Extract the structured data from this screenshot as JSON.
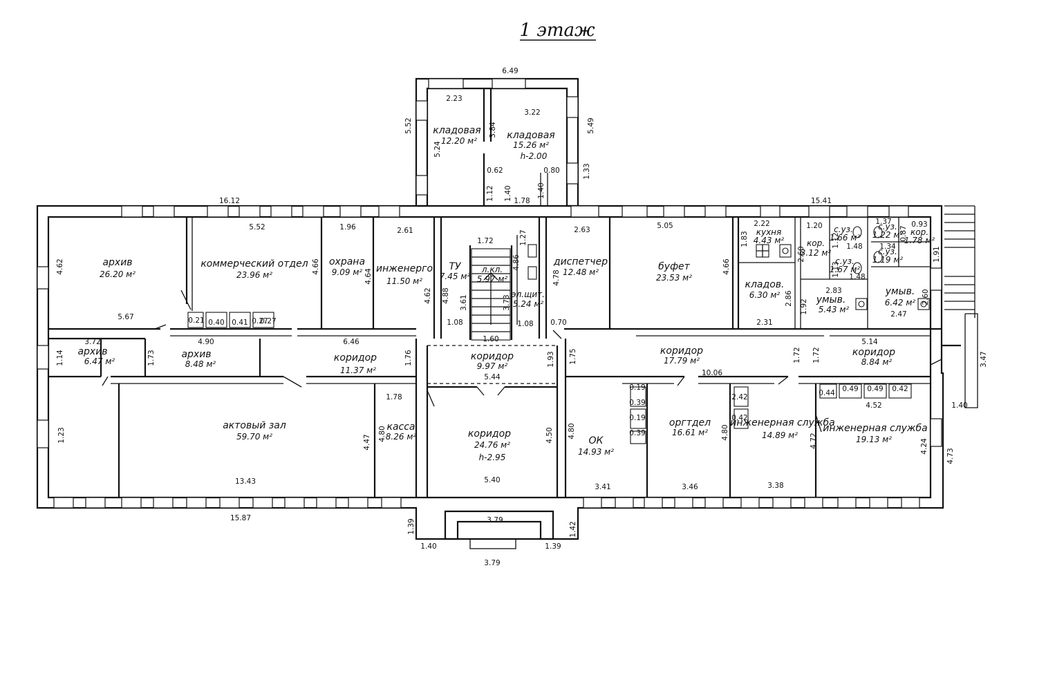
{
  "title": "1 этаж",
  "rooms": [
    {
      "id": "r1",
      "name": "архив",
      "area": "26.20 м²"
    },
    {
      "id": "r2",
      "name": "коммерческий отдел",
      "area": "23.96 м²"
    },
    {
      "id": "r3",
      "name": "охрана",
      "area": "9.09 м²"
    },
    {
      "id": "r4",
      "name": "инженерго",
      "area": "11.50 м²"
    },
    {
      "id": "r5",
      "name": "ТУ",
      "area": "7.45 м²"
    },
    {
      "id": "r6",
      "name": "л.кл.",
      "area": "5.97 м²"
    },
    {
      "id": "r7",
      "name": "эл.щит.",
      "area": "5.24 м²"
    },
    {
      "id": "r8",
      "name": "диспетчер",
      "area": "12.48 м²"
    },
    {
      "id": "r9",
      "name": "буфет",
      "area": "23.53 м²"
    },
    {
      "id": "r10",
      "name": "кухня",
      "area": "4.43 м²"
    },
    {
      "id": "r11",
      "name": "кор.",
      "area": "3.12 м²"
    },
    {
      "id": "r12",
      "name": "с.уз.",
      "area": "1.66 м²"
    },
    {
      "id": "r13",
      "name": "с.уз.",
      "area": "1.22 м²"
    },
    {
      "id": "r14",
      "name": "кор.",
      "area": "1.78 м²"
    },
    {
      "id": "r15",
      "name": "с.уз.",
      "area": "1.67 м²"
    },
    {
      "id": "r16",
      "name": "с.уз.",
      "area": "1.19 м²"
    },
    {
      "id": "r17",
      "name": "кладов.",
      "area": "6.30 м²"
    },
    {
      "id": "r18",
      "name": "умыв.",
      "area": "5.43 м²"
    },
    {
      "id": "r19",
      "name": "умыв.",
      "area": "6.42 м²"
    },
    {
      "id": "r20",
      "name": "кладовая",
      "area": "12.20 м²"
    },
    {
      "id": "r21",
      "name": "кладовая",
      "area": "15.26 м²",
      "height": "h-2.00"
    },
    {
      "id": "r22",
      "name": "архив",
      "area": "6.47 м²"
    },
    {
      "id": "r23",
      "name": "архив",
      "area": "8.48 м²"
    },
    {
      "id": "r24",
      "name": "коридор",
      "area": "11.37 м²"
    },
    {
      "id": "r25",
      "name": "коридор",
      "area": "9.97 м²"
    },
    {
      "id": "r26",
      "name": "коридор",
      "area": "17.79 м²"
    },
    {
      "id": "r27",
      "name": "коридор",
      "area": "8.84 м²"
    },
    {
      "id": "r28",
      "name": "актовый зал",
      "area": "59.70 м²"
    },
    {
      "id": "r29",
      "name": "касса",
      "area": "8.26 м²"
    },
    {
      "id": "r30",
      "name": "коридор",
      "area": "24.76 м²",
      "height": "h-2.95"
    },
    {
      "id": "r31",
      "name": "ОК",
      "area": "14.93 м²"
    },
    {
      "id": "r32",
      "name": "оргтдел",
      "area": "16.61 м²"
    },
    {
      "id": "r33",
      "name": "инженерная служба",
      "area": "14.89 м²"
    },
    {
      "id": "r34",
      "name": "инженерная служба",
      "area": "19.13 м²"
    }
  ],
  "dimensions": {
    "d1": "6.49",
    "d2": "2.23",
    "d3": "3.22",
    "d4": "5.52",
    "d5": "5.24",
    "d6": "3.84",
    "d7": "5.49",
    "d8": "0.62",
    "d9": "0.80",
    "d10": "1.33",
    "d11": "1.12",
    "d12": "1.40",
    "d13": "1.78",
    "d14": "1.40",
    "d15": "16.12",
    "d16": "5.52",
    "d17": "1.96",
    "d18": "2.61",
    "d19": "4.62",
    "d20": "4.66",
    "d21": "4.64",
    "d22": "4.62",
    "d23": "5.67",
    "d24": "0.21",
    "d25": "0.40",
    "d26": "0.41",
    "d27": "0.27",
    "d28": "0.27",
    "d29": "1.72",
    "d30": "1.27",
    "d31": "4.88",
    "d32": "3.61",
    "d33": "4.86",
    "d34": "3.73",
    "d35": "1.08",
    "d36": "1.60",
    "d37": "1.08",
    "d38": "2.63",
    "d39": "5.05",
    "d40": "4.78",
    "d41": "0.70",
    "d42": "4.66",
    "d43": "15.41",
    "d44": "2.22",
    "d45": "1.83",
    "d46": "1.20",
    "d47": "2.60",
    "d48": "1.12",
    "d49": "1.48",
    "d50": "1.37",
    "d51": "0.87",
    "d52": "1.34",
    "d53": "0.93",
    "d54": "1.91",
    "d55": "2.86",
    "d56": "1.92",
    "d57": "2.31",
    "d58": "2.83",
    "d59": "1.13",
    "d60": "1.48",
    "d61": "2.47",
    "d62": "2.60",
    "d63": "3.72",
    "d64": "1.14",
    "d65": "1.73",
    "d66": "4.90",
    "d67": "6.46",
    "d68": "1.76",
    "d69": "1.93",
    "d70": "5.44",
    "d71": "1.75",
    "d72": "10.06",
    "d73": "1.72",
    "d74": "1.72",
    "d75": "5.14",
    "d76": "3.47",
    "d77": "1.78",
    "d78": "1.23",
    "d79": "4.47",
    "d80": "4.80",
    "d81": "13.43",
    "d82": "15.87",
    "d83": "4.50",
    "d84": "5.40",
    "d85": "3.79",
    "d86": "1.39",
    "d87": "1.40",
    "d88": "1.42",
    "d89": "1.39",
    "d90": "3.79",
    "d91": "4.80",
    "d92": "0.19",
    "d93": "0.39",
    "d94": "0.19",
    "d95": "0.39",
    "d96": "3.41",
    "d97": "4.80",
    "d98": "3.46",
    "d99": "2.42",
    "d100": "0.42",
    "d101": "3.38",
    "d102": "4.72",
    "d103": "0.44",
    "d104": "0.49",
    "d105": "0.49",
    "d106": "0.42",
    "d107": "4.52",
    "d108": "4.24",
    "d109": "4.73",
    "d110": "1.40"
  }
}
